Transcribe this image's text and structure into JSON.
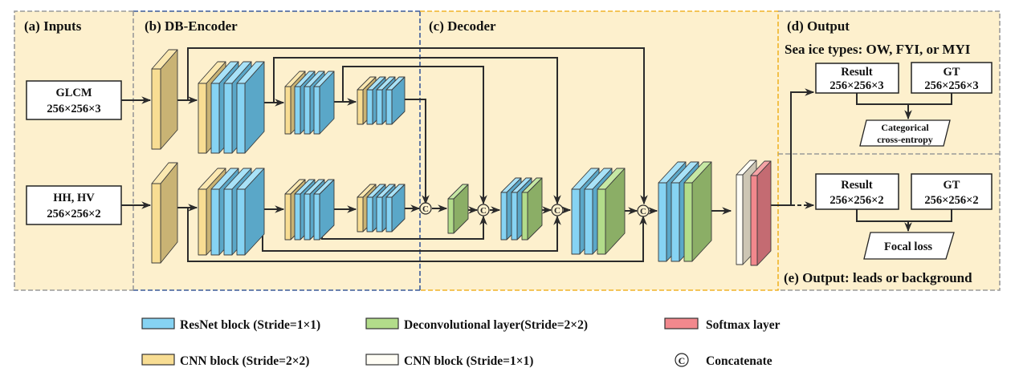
{
  "panels": {
    "inputs": {
      "title": "(a) Inputs"
    },
    "encoder": {
      "title": "(b) DB-Encoder"
    },
    "decoder": {
      "title": "(c) Decoder"
    },
    "output_d": {
      "title": "(d) Output",
      "subtitle": "Sea ice types: OW, FYI, or MYI",
      "result_line1": "Result",
      "result_line2": "256×256×3",
      "gt_line1": "GT",
      "gt_line2": "256×256×3",
      "loss_line1": "Categorical",
      "loss_line2": "cross-entropy"
    },
    "output_e": {
      "title": "(e) Output:  leads or background",
      "result_line1": "Result",
      "result_line2": "256×256×2",
      "gt_line1": "GT",
      "gt_line2": "256×256×2",
      "loss_line1": "Focal loss"
    }
  },
  "inputs": [
    {
      "line1": "GLCM",
      "line2": "256×256×3"
    },
    {
      "line1": "HH, HV",
      "line2": "256×256×2"
    }
  ],
  "concat_symbol": "C",
  "legend": [
    {
      "label": "ResNet block (Stride=1×1)",
      "kind": "resnet"
    },
    {
      "label": "Deconvolutional layer(Stride=2×2)",
      "kind": "deconv"
    },
    {
      "label": "Softmax layer",
      "kind": "softmax"
    },
    {
      "label": "CNN block (Stride=2×2)",
      "kind": "cnn2"
    },
    {
      "label": "CNN block (Stride=1×1)",
      "kind": "cnn1"
    },
    {
      "label": "Concatenate",
      "kind": "concat"
    }
  ],
  "colors": {
    "panel_bg": "#fdf0cd",
    "inputs_border": "#9a9a9a",
    "encoder_border": "#3b5a9a",
    "decoder_border": "#f0b429",
    "output_border": "#9a9a9a",
    "resnet_front": "#86d3f3",
    "resnet_side": "#5aa7c8",
    "resnet_top": "#a8e2f8",
    "cnn2_front": "#f8dd93",
    "cnn2_side": "#c9b374",
    "cnn2_top": "#fbe8b0",
    "deconv_front": "#b2dc8a",
    "deconv_side": "#8bae66",
    "deconv_top": "#c6e8a4",
    "cnn1_front": "#fffdf5",
    "cnn1_side": "#cdc6b4",
    "cnn1_top": "#fffdf5",
    "softmax_front": "#f2888d",
    "softmax_side": "#c46b72",
    "softmax_top": "#f5a3a6",
    "line": "#2b2b2b"
  }
}
